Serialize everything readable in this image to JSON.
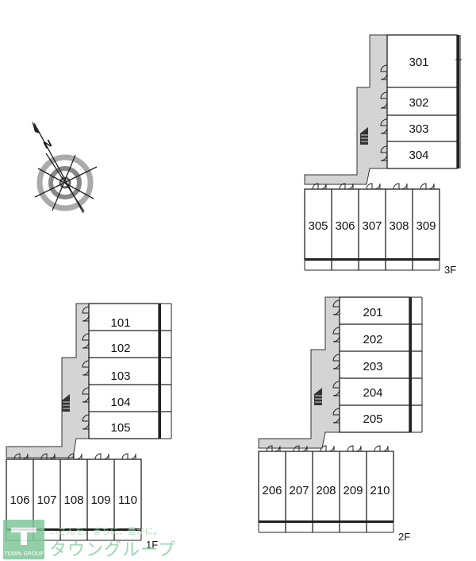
{
  "floors": [
    {
      "label": "3F",
      "side_units": [
        "301",
        "302",
        "303",
        "304"
      ],
      "row_units": [
        "305",
        "306",
        "307",
        "308",
        "309"
      ]
    },
    {
      "label": "2F",
      "side_units": [
        "201",
        "202",
        "203",
        "204",
        "205"
      ],
      "row_units": [
        "206",
        "207",
        "208",
        "209",
        "210"
      ]
    },
    {
      "label": "1F",
      "side_units": [
        "101",
        "102",
        "103",
        "104",
        "105"
      ],
      "row_units": [
        "106",
        "107",
        "108",
        "109",
        "110"
      ]
    }
  ],
  "compass": {
    "north_letter": "N"
  },
  "watermark": {
    "logo_text": "TOWN GROUP",
    "tagline": "…さんを、まちに、豊かに。",
    "name": "タウングループ"
  }
}
